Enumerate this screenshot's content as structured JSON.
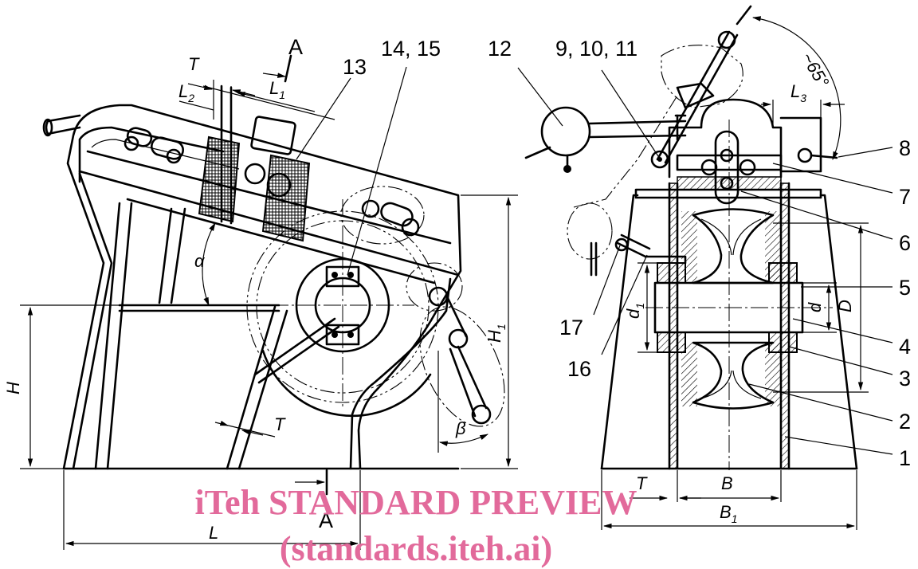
{
  "section_labels": [
    "A",
    "A"
  ],
  "part_labels": [
    "1",
    "2",
    "3",
    "4",
    "5",
    "6",
    "7",
    "8",
    "9, 10, 11",
    "12",
    "13",
    "14, 15",
    "16",
    "17"
  ],
  "dimension_labels": {
    "T": "T",
    "L": "L",
    "L1": "L",
    "L1_sub": "1",
    "L2": "L",
    "L2_sub": "2",
    "L3": "L",
    "L3_sub": "3",
    "H": "H",
    "H1": "H",
    "H1_sub": "1",
    "alpha": "α",
    "beta": "β",
    "d": "d",
    "d1": "d",
    "d1_sub": "1",
    "D": "D",
    "B": "B",
    "B1": "B",
    "B1_sub": "1",
    "angle": "~65°"
  },
  "watermark": {
    "line1": "iTeh STANDARD PREVIEW",
    "line2": "(standards.iteh.ai)"
  }
}
